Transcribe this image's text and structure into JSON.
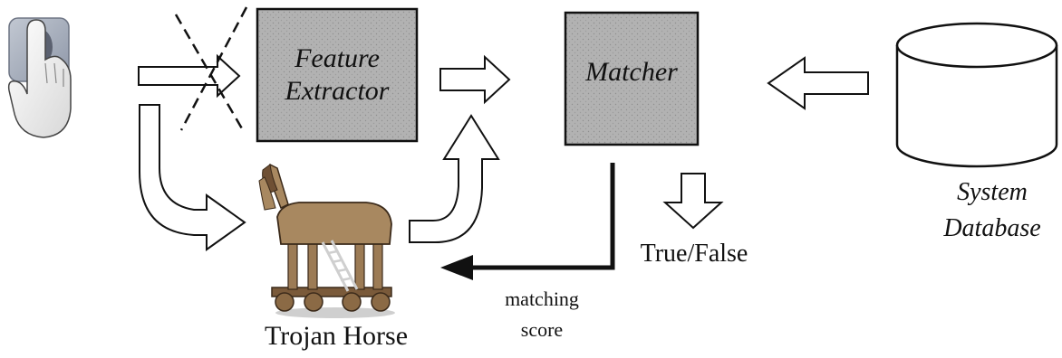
{
  "diagram": {
    "blocks": {
      "feature_extractor": {
        "line1": "Feature",
        "line2": "Extractor"
      },
      "matcher": {
        "label": "Matcher"
      },
      "database": {
        "line1": "System",
        "line2": "Database"
      }
    },
    "labels": {
      "trojan_horse": "Trojan Horse",
      "true_false": "True/False",
      "matching": "matching",
      "score": "score"
    },
    "icons": {
      "finger": "fingerprint-touch-icon",
      "trojan": "trojan-horse-icon",
      "database": "database-cylinder-icon"
    },
    "colors": {
      "block_fill": "#b2b2b2",
      "stroke": "#111111",
      "finger_bg": "#9aa3b3"
    }
  }
}
